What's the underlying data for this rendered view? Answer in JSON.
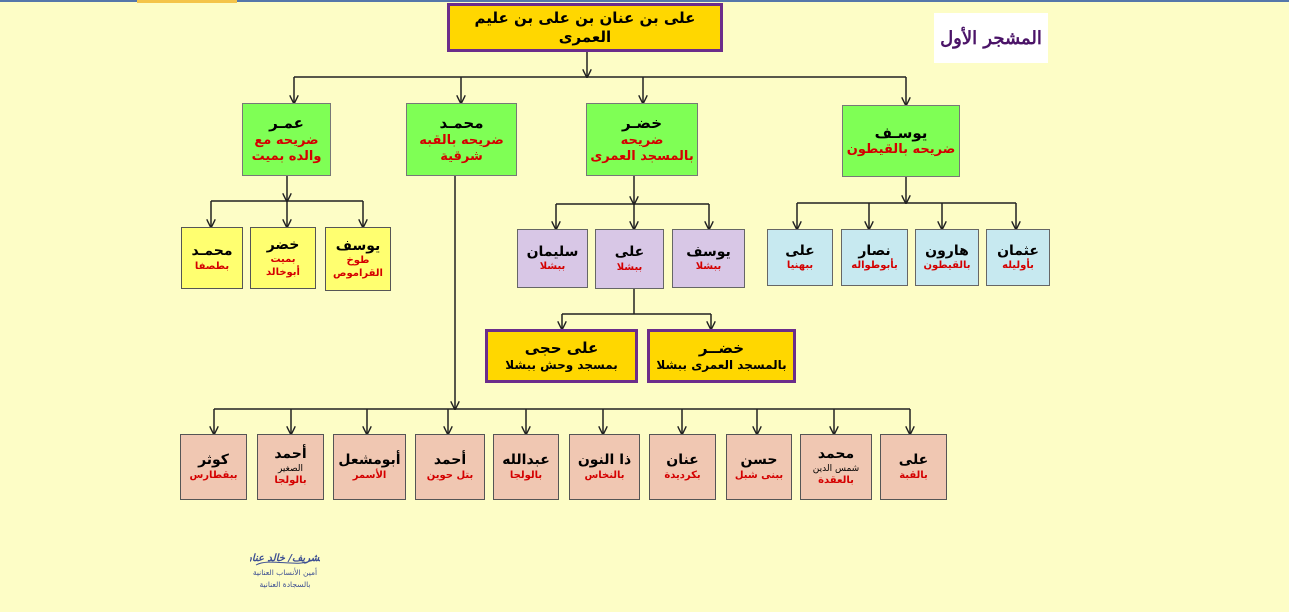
{
  "title": "المشجر الأول",
  "root": "على بن عنان بن على بن عليم العمرى",
  "level1": [
    {
      "name": "يوسـف",
      "desc": [
        "ضريحه بالقيطون"
      ]
    },
    {
      "name": "خضـر",
      "desc": [
        "ضريحه",
        "بالمسجد العمرى"
      ]
    },
    {
      "name": "محمـد",
      "desc": [
        "ضريحه بالقبه",
        "شرقية"
      ]
    },
    {
      "name": "عمـر",
      "desc": [
        "ضريحه مع",
        "والده بميت"
      ]
    }
  ],
  "omar_children": [
    {
      "name": "يوسف",
      "desc": [
        "طوخ",
        "القراموص"
      ]
    },
    {
      "name": "خضر",
      "desc": [
        "بميت",
        "أبوخالد"
      ]
    },
    {
      "name": "محمـد",
      "desc": [
        "بطصفا"
      ]
    }
  ],
  "khidr_children": [
    {
      "name": "يوسف",
      "desc": [
        "ببشلا"
      ]
    },
    {
      "name": "على",
      "desc": [
        "ببشلا"
      ]
    },
    {
      "name": "سليمان",
      "desc": [
        "ببشلا"
      ]
    }
  ],
  "yusuf_children": [
    {
      "name": "عثمان",
      "desc": [
        "بأوليله"
      ]
    },
    {
      "name": "هارون",
      "desc": [
        "بالقيطون"
      ]
    },
    {
      "name": "نصار",
      "desc": [
        "بأبوطواله"
      ]
    },
    {
      "name": "على",
      "desc": [
        "ببهنيا"
      ]
    }
  ],
  "ali_children": [
    {
      "name": "خضــر",
      "desc": [
        "بالمسجد العمرى ببشلا"
      ]
    },
    {
      "name": "على حجى",
      "desc": [
        "بمسجد وحش ببشلا"
      ]
    }
  ],
  "mohamed_children": [
    {
      "name": "على",
      "desc": [
        "بالقبة"
      ]
    },
    {
      "name": "محمد",
      "sub": "شمس الدين",
      "desc": [
        "بالعقدة"
      ]
    },
    {
      "name": "حسن",
      "desc": [
        "ببنى شبل"
      ]
    },
    {
      "name": "عنان",
      "desc": [
        "بكرديدة"
      ]
    },
    {
      "name": "ذا النون",
      "desc": [
        "بالنخاس"
      ]
    },
    {
      "name": "عبدالله",
      "desc": [
        "بالولجا"
      ]
    },
    {
      "name": "أحمد",
      "desc": [
        "بتل حوين"
      ]
    },
    {
      "name": "أبومشعل",
      "desc": [
        "الأسمر"
      ]
    },
    {
      "name": "أحمد",
      "sub": "الصغير",
      "desc": [
        "بالولجا"
      ]
    },
    {
      "name": "كوثر",
      "desc": [
        "ببقطارس"
      ]
    }
  ],
  "signature_text": [
    "الشريف/ خالد عنان",
    "أمين الأنساب العنانية",
    "بالسجادة العنانية"
  ],
  "colors": {
    "background": "#fdfdc6",
    "connector": "#222222",
    "gold": "#ffd700",
    "green": "#7fff55",
    "lavender": "#d8c7e6",
    "light_blue": "#c7e9f0",
    "tan": "#f0c7b2",
    "red_text": "#d40000",
    "purple_border": "#6b2d8b"
  }
}
